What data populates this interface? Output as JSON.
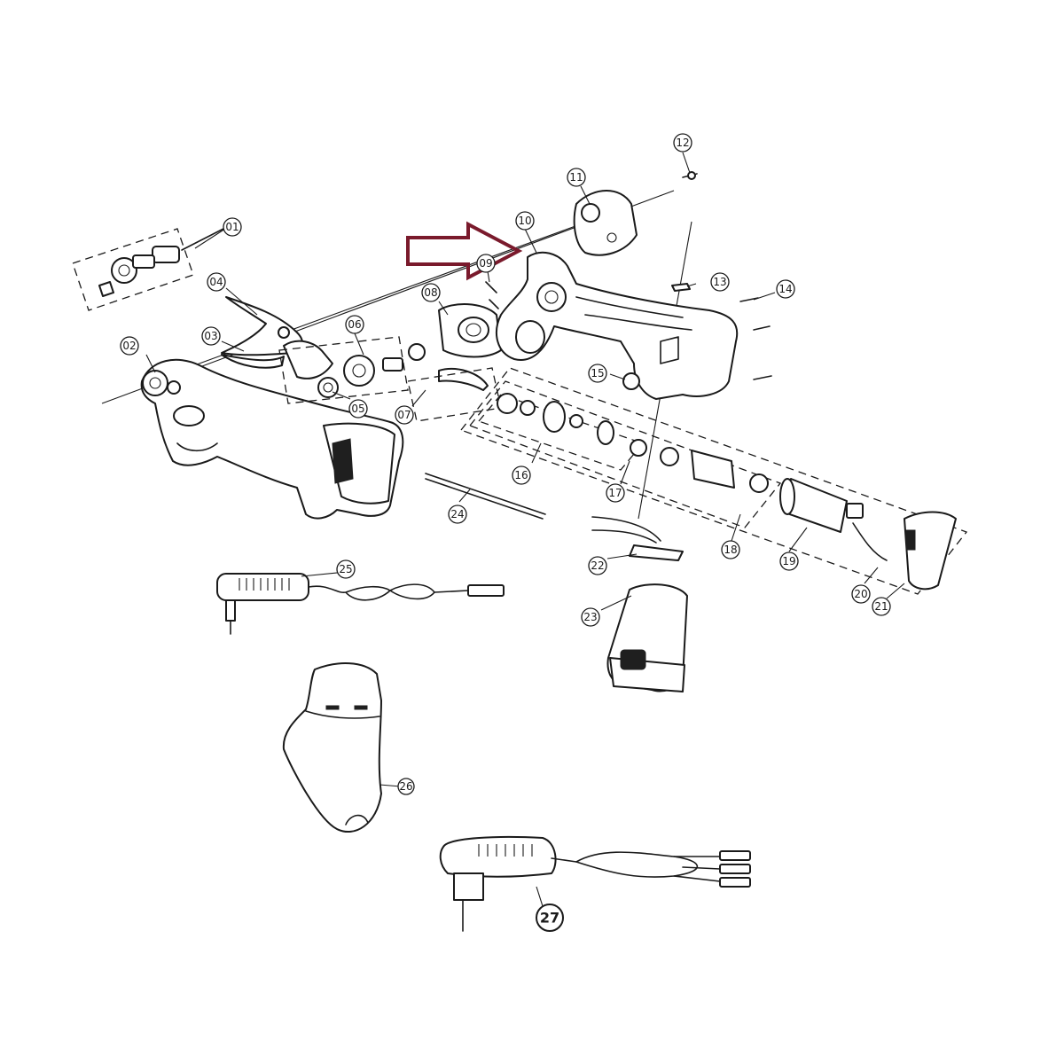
{
  "accent_color": "#7a1a2c",
  "callouts": {
    "c01": "01",
    "c02": "02",
    "c03": "03",
    "c04": "04",
    "c05": "05",
    "c06": "06",
    "c07": "07",
    "c08": "08",
    "c09": "09",
    "c10": "10",
    "c11": "11",
    "c12": "12",
    "c13": "13",
    "c14": "14",
    "c15": "15",
    "c16": "16",
    "c17": "17",
    "c18": "18",
    "c19": "19",
    "c20": "20",
    "c21": "21",
    "c22": "22",
    "c23": "23",
    "c24": "24",
    "c25": "25",
    "c26": "26",
    "c27": "27"
  },
  "highlight_arrow": {
    "points_to": "10"
  }
}
